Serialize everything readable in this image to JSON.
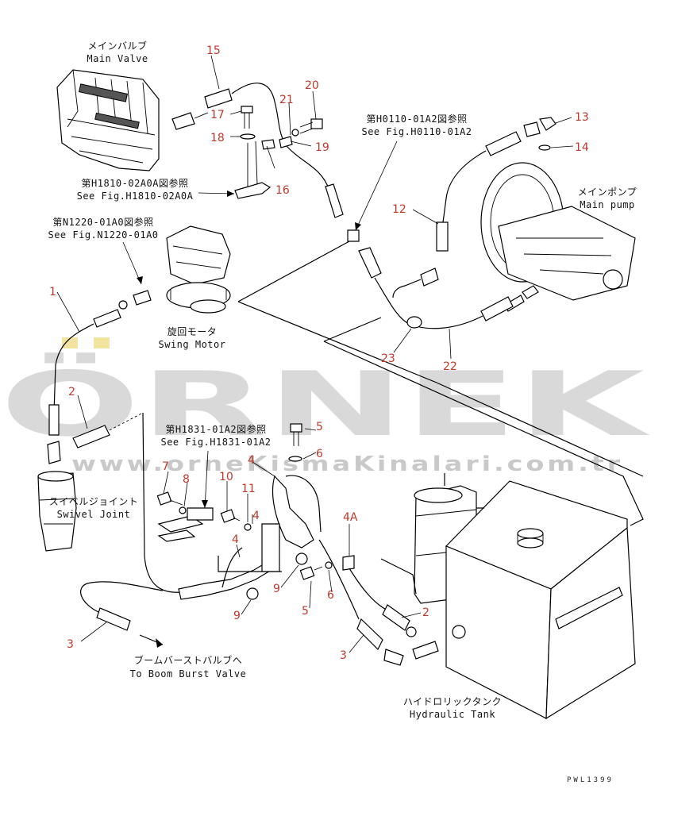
{
  "labels": {
    "main_valve_jp": "メインバルブ",
    "main_valve_en": "Main Valve",
    "ref_h1810_jp": "第H1810-02A0A図参照",
    "ref_h1810_en": "See Fig.H1810-02A0A",
    "ref_n1220_jp": "第N1220-01A0図参照",
    "ref_n1220_en": "See Fig.N1220-01A0",
    "swing_motor_jp": "旋回モータ",
    "swing_motor_en": "Swing Motor",
    "ref_h0110_jp": "第H0110-01A2図参照",
    "ref_h0110_en": "See Fig.H0110-01A2",
    "main_pump_jp": "メインポンプ",
    "main_pump_en": "Main pump",
    "swivel_joint_jp": "スイベルジョイント",
    "swivel_joint_en": "Swivel Joint",
    "ref_h1831_jp": "第H1831-01A2図参照",
    "ref_h1831_en": "See Fig.H1831-01A2",
    "boom_burst_jp": "ブームバーストバルブへ",
    "boom_burst_en": "To Boom Burst Valve",
    "hydraulic_tank_jp": "ハイドロリックタンク",
    "hydraulic_tank_en": "Hydraulic Tank"
  },
  "callouts": {
    "c1": "1",
    "c2a": "2",
    "c2b": "2",
    "c3a": "3",
    "c3b": "3",
    "c4a": "4",
    "c4b": "4",
    "c4c": "4",
    "c4A": "4A",
    "c5a": "5",
    "c5b": "5",
    "c6a": "6",
    "c6b": "6",
    "c7": "7",
    "c8": "8",
    "c9a": "9",
    "c9b": "9",
    "c10": "10",
    "c11": "11",
    "c12": "12",
    "c13": "13",
    "c14": "14",
    "c15": "15",
    "c16": "16",
    "c17": "17",
    "c18": "18",
    "c19": "19",
    "c20": "20",
    "c21": "21",
    "c22": "22",
    "c23": "23"
  },
  "watermark": {
    "brand": "ÖRNEK",
    "url": "www.orneKismaKinalari.com.tr"
  },
  "drawing_code": "PWL1399",
  "colors": {
    "callout": "#c0392b",
    "line": "#000000",
    "watermark": "#d9d9d9",
    "watermark_accent": "#f2e3a0"
  }
}
